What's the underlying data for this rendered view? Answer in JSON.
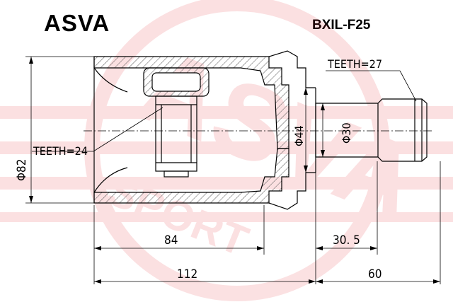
{
  "header": {
    "brand": "ASVA",
    "part_number": "BXIL-F25"
  },
  "watermark": {
    "top_text": "ASVA",
    "bottom_text": "SPORT",
    "color": "#e11a22"
  },
  "dimensions": {
    "outer_diameter": "Φ82",
    "teeth_inner": "TEETH=24",
    "teeth_outer": "TEETH=27",
    "flange_diameter": "Φ44",
    "shaft_diameter": "Φ30",
    "body_length": "84",
    "stub_length": "30. 5",
    "total_length": "112",
    "shaft_length": "60"
  },
  "colors": {
    "line": "#000000",
    "hatch": "#444444"
  }
}
